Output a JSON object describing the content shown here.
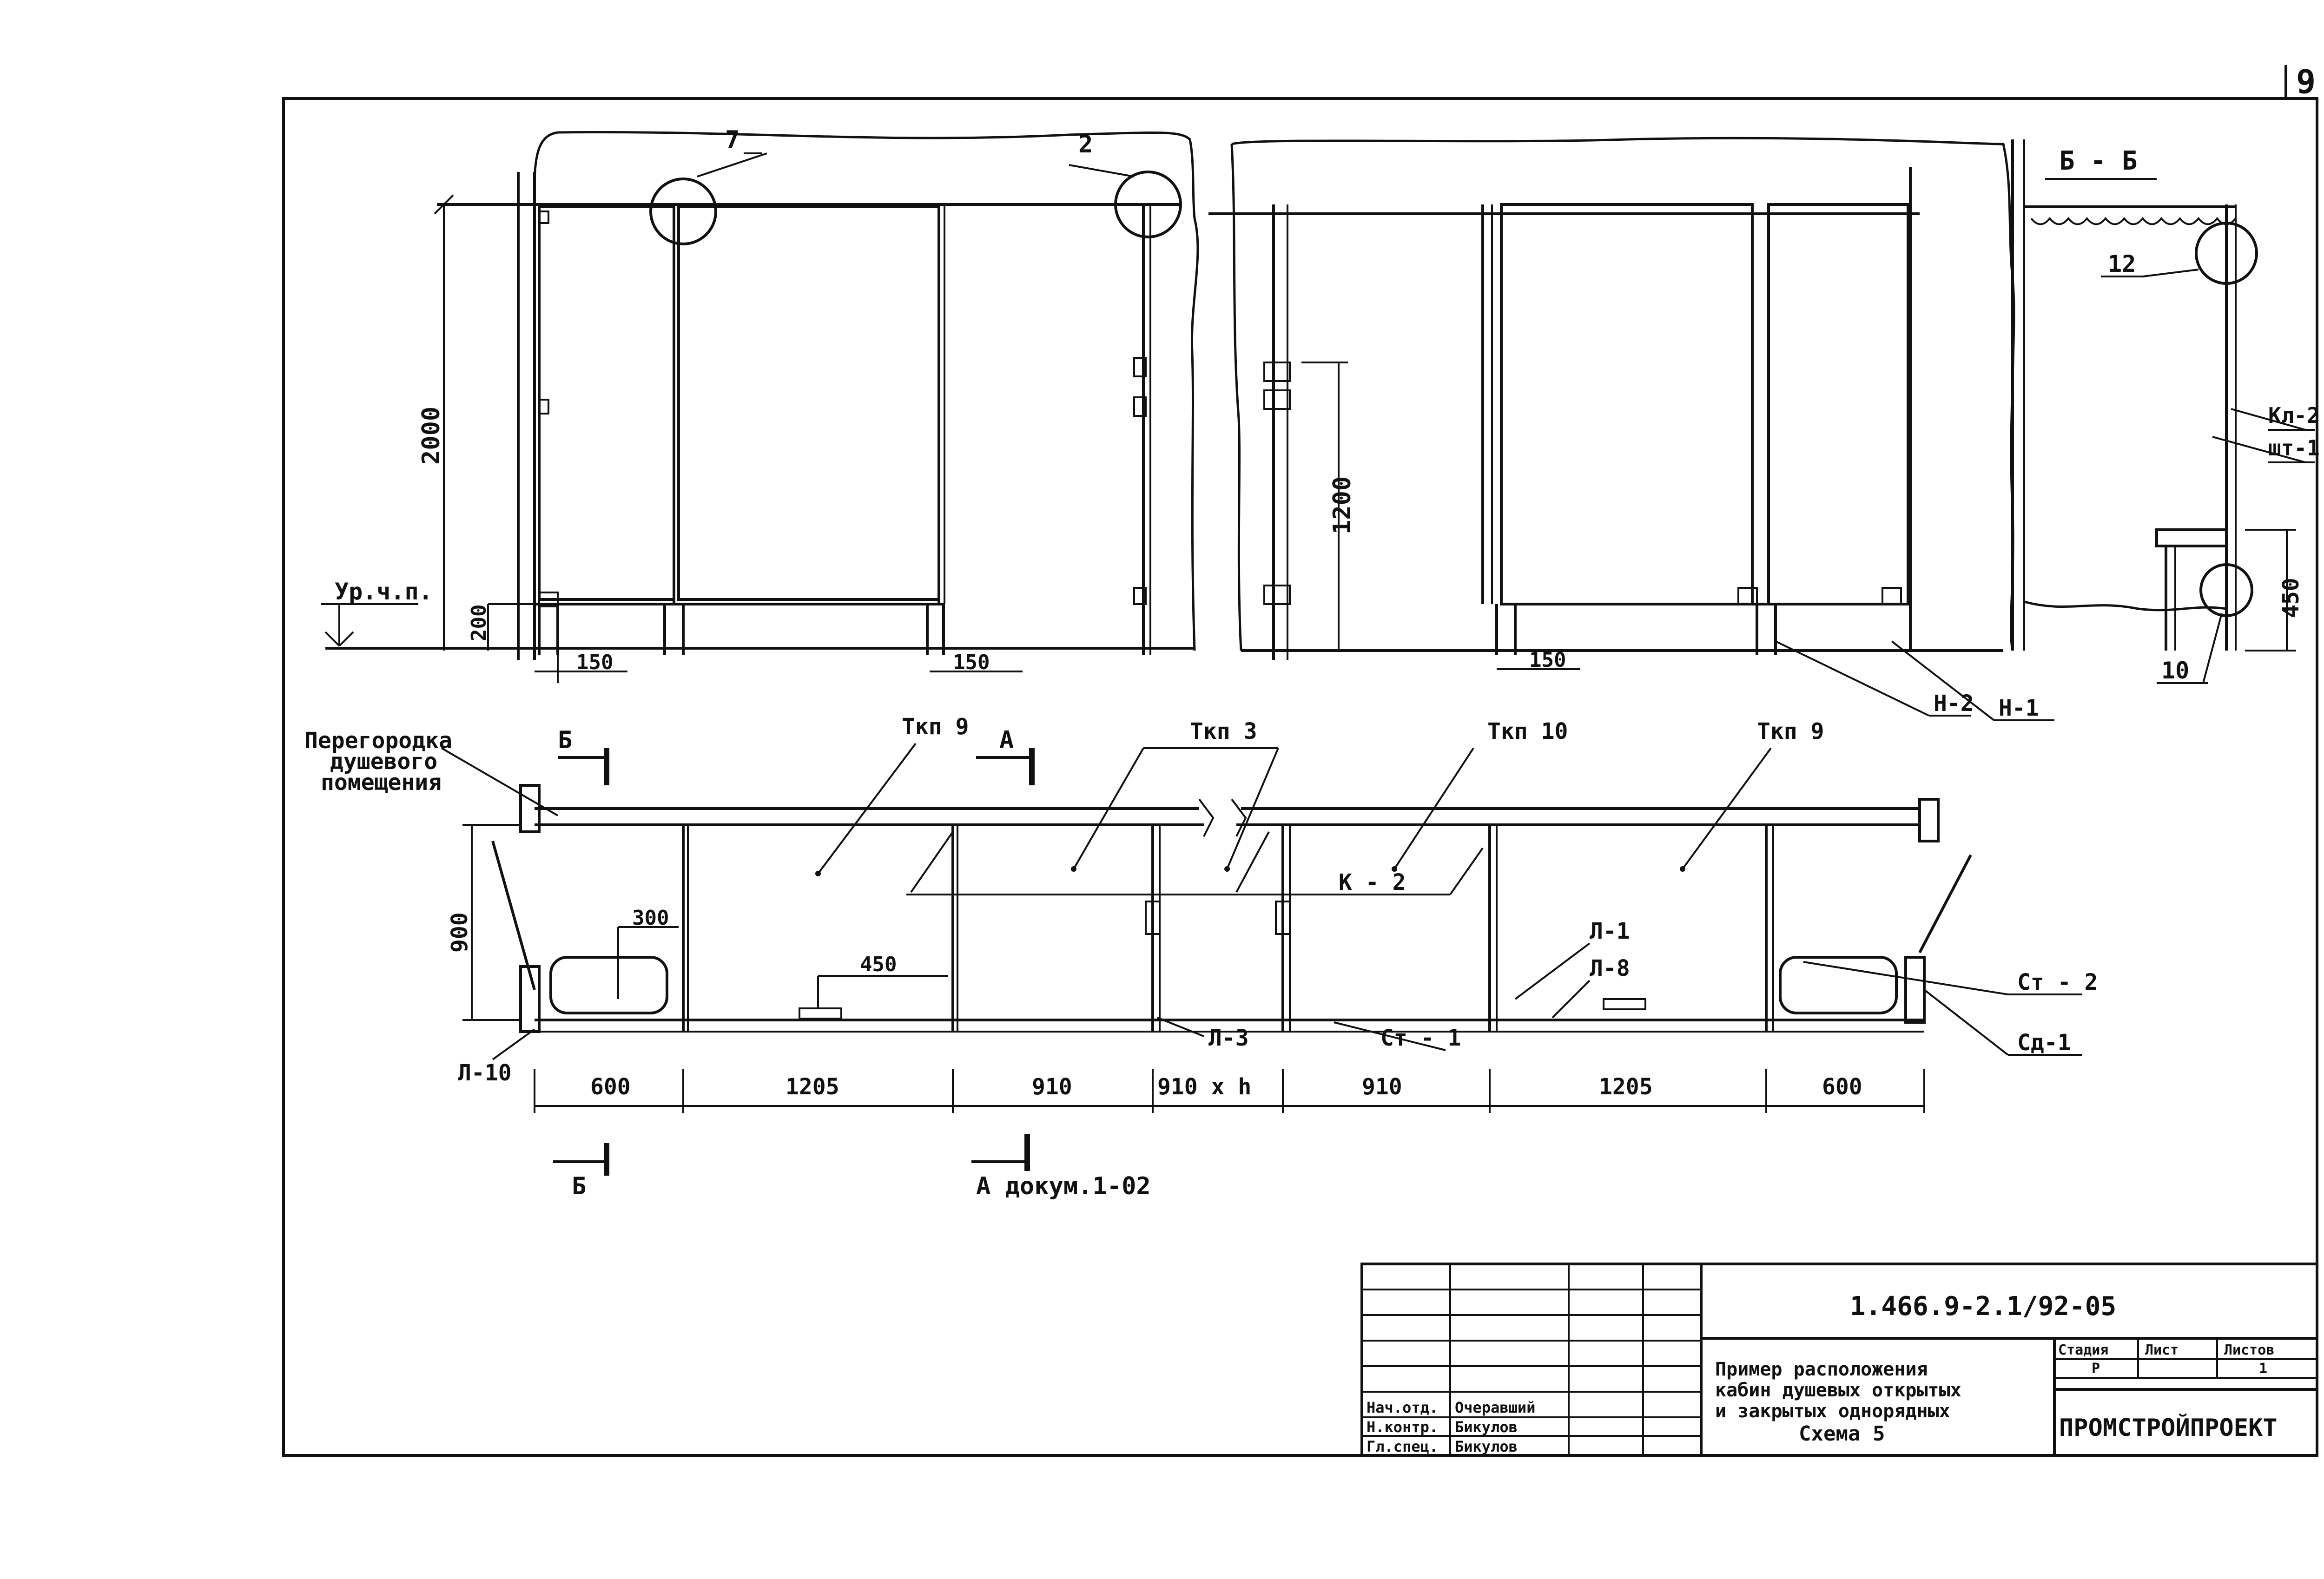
{
  "sheet": {
    "page_number": "9",
    "designation": "1.466.9-2.1/92-05",
    "title_lines": [
      "Пример расположения",
      "кабин душевых открытых",
      "и закрытых однорядных",
      "Схема 5"
    ],
    "stage_header": "Стадия",
    "sheet_header": "Лист",
    "sheets_header": "Листов",
    "stage_value": "Р",
    "sheets_value": "1",
    "company": "ПРОМСТРОЙПРОЕКТ",
    "staff": [
      {
        "role": "Нач.отд.",
        "name": "Очеравший"
      },
      {
        "role": "Н.контр.",
        "name": "Бикулов"
      },
      {
        "role": "Гл.спец.",
        "name": "Бикулов"
      }
    ]
  },
  "elevation": {
    "dim_2000": "2000",
    "dim_200": "200",
    "dim_150_a": "150",
    "dim_150_b": "150",
    "dim_150_c": "150",
    "dim_1200": "1200",
    "floor_level": "Ур.ч.п.",
    "callout_7": "7",
    "callout_2": "2"
  },
  "section_bb": {
    "title": "Б - Б",
    "callout_12": "12",
    "label_kl2": "Кл-2",
    "label_sht1": "шт-1",
    "dim_450": "450",
    "callout_10": "10",
    "label_n2": "Н-2",
    "label_n1": "Н-1"
  },
  "plan": {
    "partition_label": [
      "Перегородка",
      "душевого",
      "помещения"
    ],
    "cut_b_top": "Б",
    "cut_b_bottom": "Б",
    "cut_a_top": "А",
    "cut_a_bottom": "А докум.1-02",
    "tkp9_left": "Ткп 9",
    "tkp3": "Ткп 3",
    "tkp10": "Ткп 10",
    "tkp9_right": "Ткп 9",
    "k2": "К - 2",
    "l1": "Л-1",
    "l8": "Л-8",
    "st2": "Ст - 2",
    "sd1": "Сд-1",
    "l10": "Л-10",
    "l3": "Л-3",
    "st1": "Ст - 1",
    "dim_900": "900",
    "dim_300": "300",
    "dim_450": "450",
    "bottom_dims": [
      "600",
      "1205",
      "910",
      "910 x h",
      "910",
      "1205",
      "600"
    ]
  }
}
